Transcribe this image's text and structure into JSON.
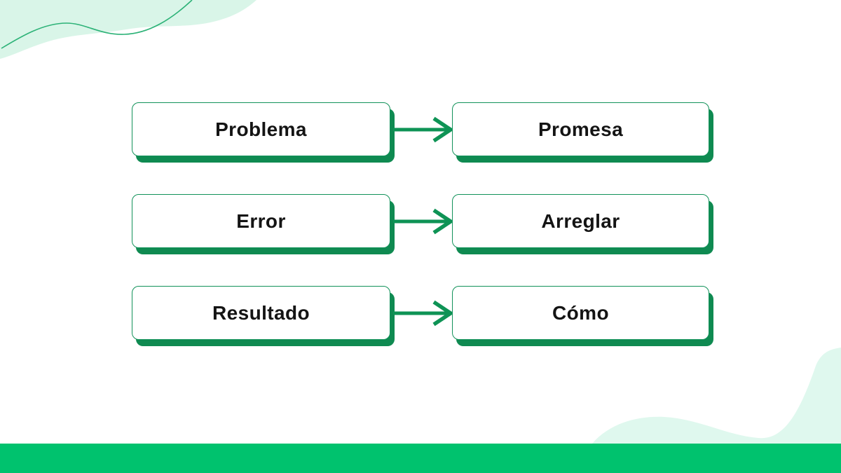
{
  "slide": {
    "kind": "flow-diagram",
    "background": "#ffffff",
    "flow": {
      "rows": [
        {
          "from": "Problema",
          "to": "Promesa"
        },
        {
          "from": "Error",
          "to": "Arreglar"
        },
        {
          "from": "Resultado",
          "to": "Cómo"
        }
      ]
    },
    "icons": {
      "connector": "arrow-right-icon"
    },
    "colors": {
      "accent_bar_green": "#00C26E",
      "shadow_dark_green": "#0F8A51",
      "box_border_green": "#12925A",
      "arrow_green": "#0E9355",
      "mint_blob": "#D9F5E8",
      "curve_line_green": "#2CB277",
      "text": "#141414"
    }
  }
}
